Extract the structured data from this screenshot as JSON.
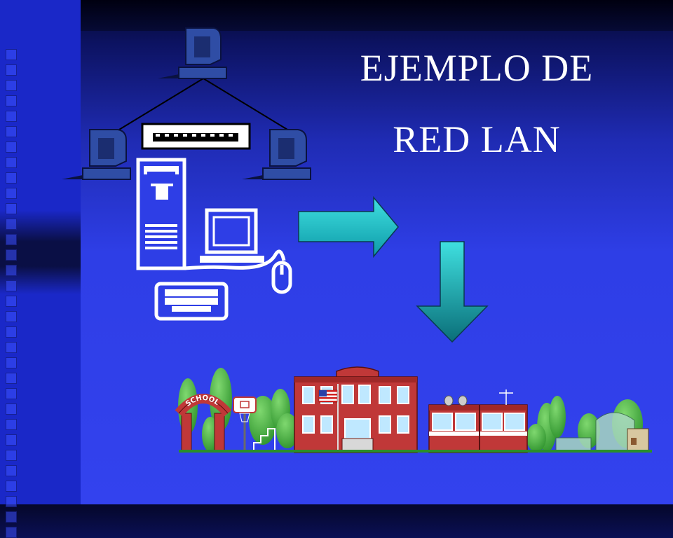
{
  "slide": {
    "title_line1": "EJEMPLO DE",
    "title_line2": "RED LAN"
  },
  "illustration": {
    "school_sign": "SCHOOL"
  },
  "colors": {
    "background": "#2e3ee6",
    "sidebar": "#1a28c8",
    "terminal": "#3050a8",
    "arrow": "#18c0c0",
    "building": "#c03838",
    "foliage": "#3fae3f"
  }
}
